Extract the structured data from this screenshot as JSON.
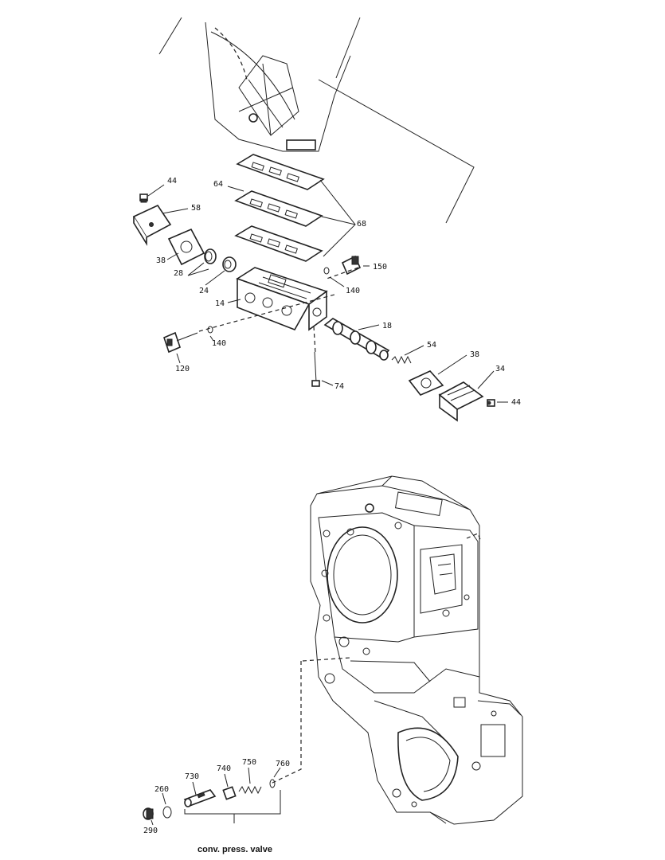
{
  "callouts": {
    "c44a": "44",
    "c58": "58",
    "c64": "64",
    "c68": "68",
    "c38a": "38",
    "c28": "28",
    "c24": "24",
    "c14": "14",
    "c150": "150",
    "c140a": "140",
    "c18": "18",
    "c140b": "140",
    "c120": "120",
    "c74": "74",
    "c54": "54",
    "c38b": "38",
    "c34": "34",
    "c44b": "44",
    "c260": "260",
    "c730": "730",
    "c740": "740",
    "c750": "750",
    "c760": "760",
    "c290": "290"
  },
  "caption": "conv. press. valve"
}
